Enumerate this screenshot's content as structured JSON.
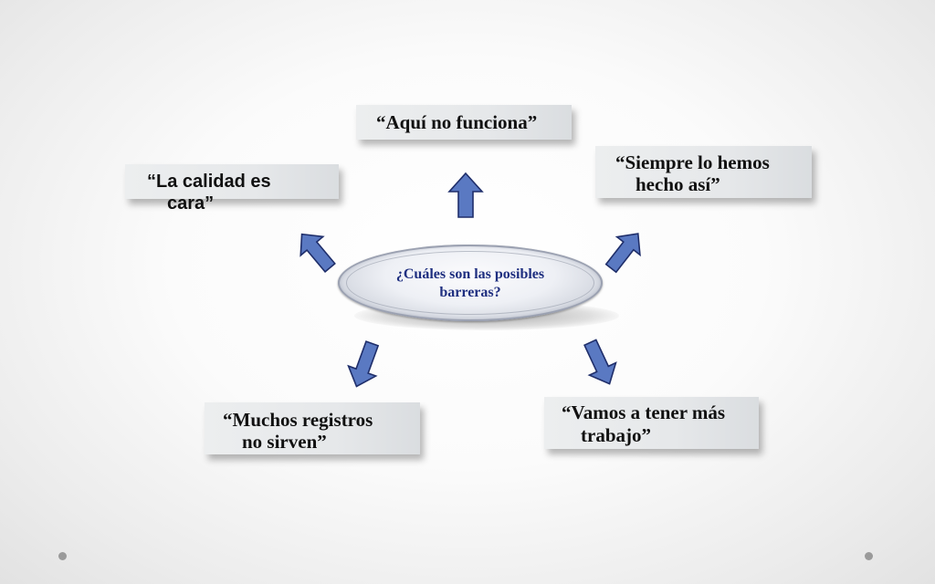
{
  "center": {
    "line1": "¿Cuáles son las posibles",
    "line2": "barreras?"
  },
  "barriers": {
    "top": {
      "line1": "“Aquí no funciona”"
    },
    "left": {
      "line1": "“La calidad es",
      "line2": "cara”"
    },
    "right": {
      "line1": "“Siempre lo hemos",
      "line2": "hecho así”"
    },
    "bottom_left": {
      "line1": "“Muchos registros",
      "line2": "no sirven”"
    },
    "bottom_right": {
      "line1": "“Vamos a tener más",
      "line2": "trabajo”"
    }
  },
  "colors": {
    "arrow_fill": "#5a79c2",
    "arrow_stroke": "#1f2e6a",
    "center_text": "#1f2f80"
  }
}
